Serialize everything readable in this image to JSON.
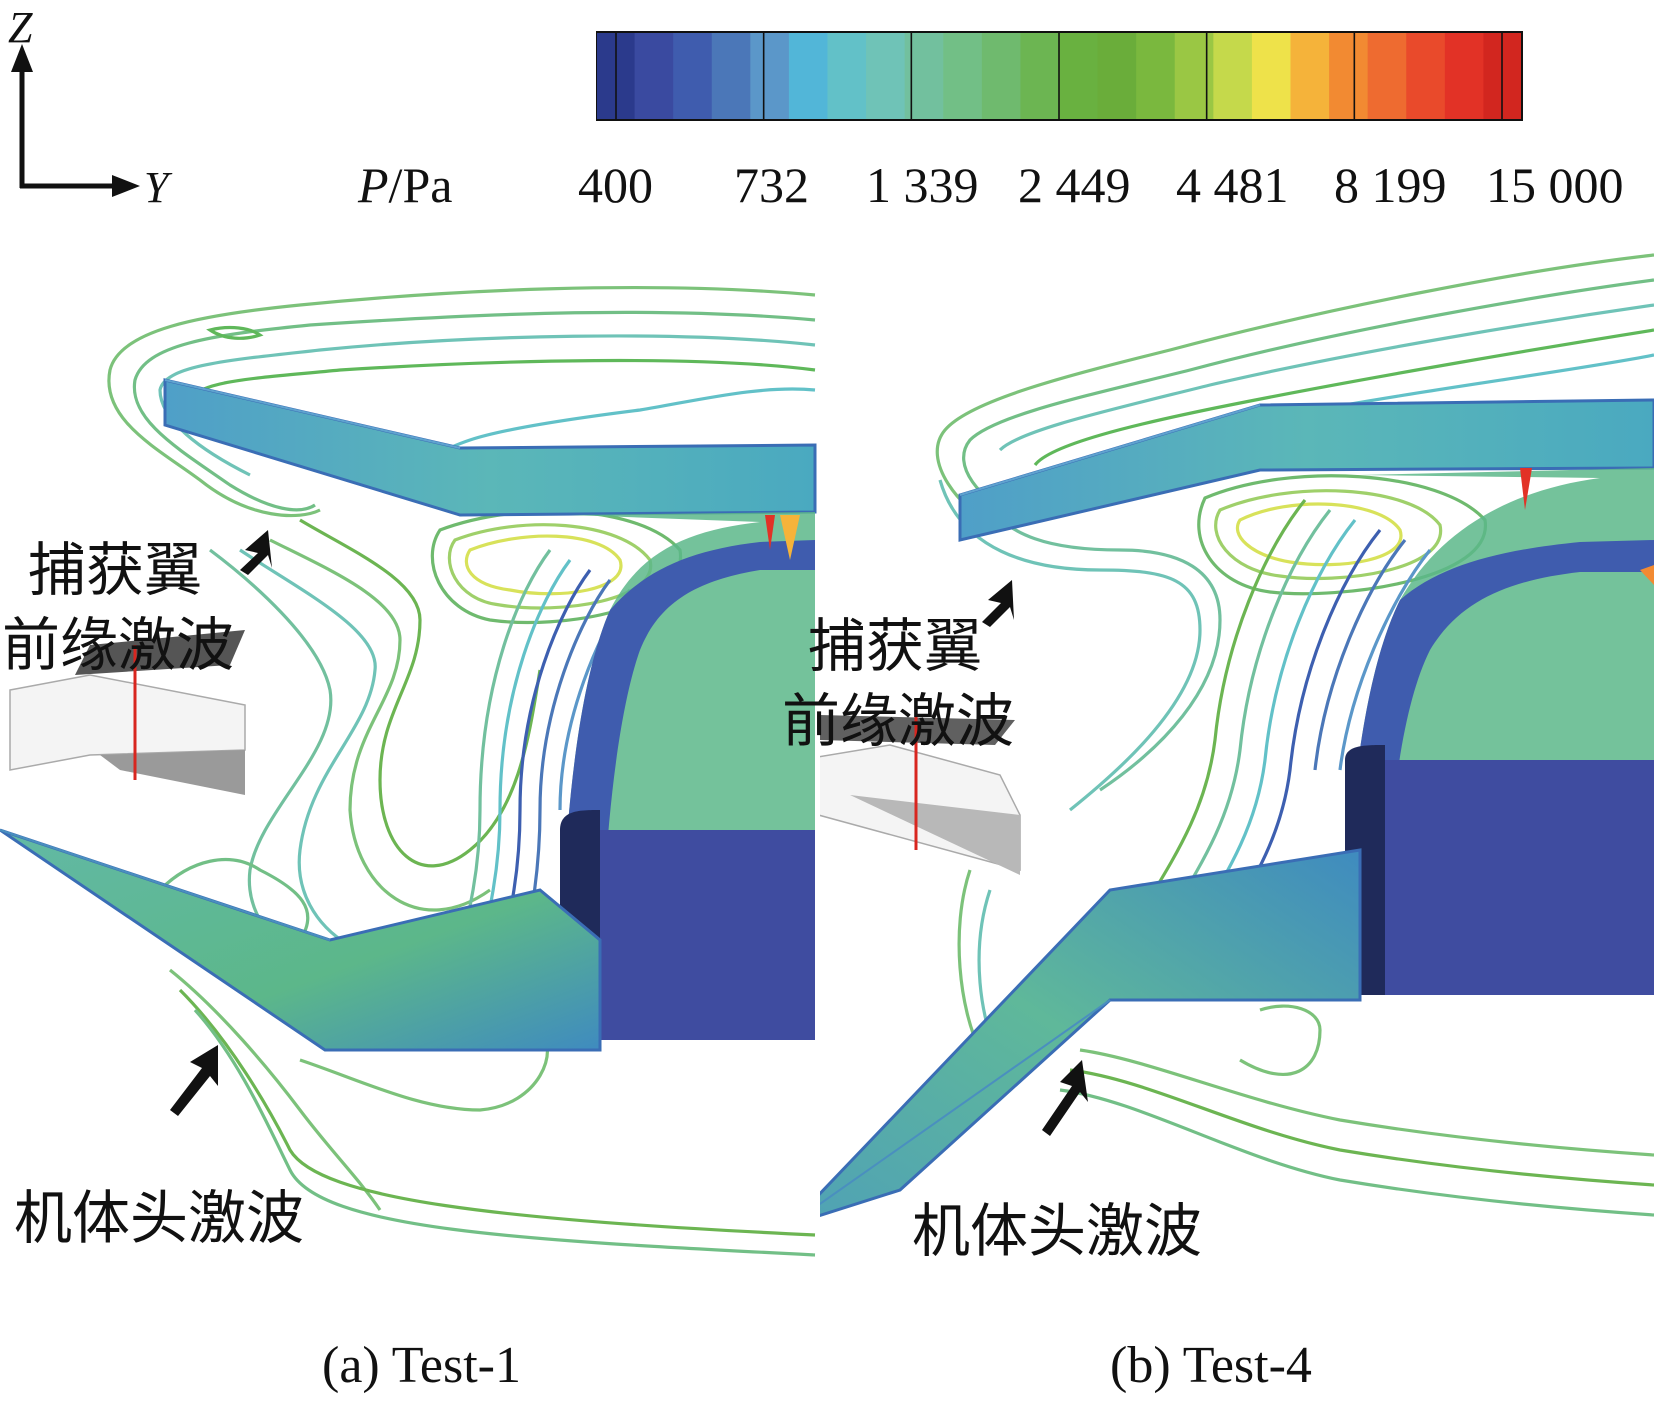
{
  "axes": {
    "vertical": "Z",
    "horizontal": "Y"
  },
  "colorbar": {
    "variable": "P",
    "unit": "/Pa",
    "tick_labels": [
      "400",
      "732",
      "1 339",
      "2 449",
      "4 481",
      "8 199",
      "15 000"
    ],
    "colors": [
      "#2b3a8c",
      "#3a4aa0",
      "#3f5cae",
      "#4b77b8",
      "#5b97c9",
      "#52b6d8",
      "#62c1c8",
      "#6fc3b7",
      "#72c09e",
      "#72bf86",
      "#6fba6e",
      "#6cb552",
      "#69b140",
      "#6aad3a",
      "#7ab83e",
      "#9ac744",
      "#c5d94b",
      "#eee24a",
      "#f5b33a",
      "#f28a32",
      "#ee6b30",
      "#e94a2b",
      "#e23226",
      "#d2261f"
    ],
    "scale": "log"
  },
  "panels": [
    {
      "label": "(a) Test-1",
      "annotations": {
        "wing_shock": [
          "捕获翼",
          "前缘激波"
        ],
        "nose_shock": "机体头激波"
      }
    },
    {
      "label": "(b) Test-4",
      "annotations": {
        "wing_shock": [
          "捕获翼",
          "前缘激波"
        ],
        "nose_shock": "机体头激波"
      }
    }
  ],
  "contour_colors": {
    "outer": "#7cc27a",
    "mid": "#5fb85a",
    "inner": "#9fd06a",
    "yellow": "#d8e25a",
    "cyan": "#6fc6c0",
    "blue": "#3d5fb0"
  }
}
